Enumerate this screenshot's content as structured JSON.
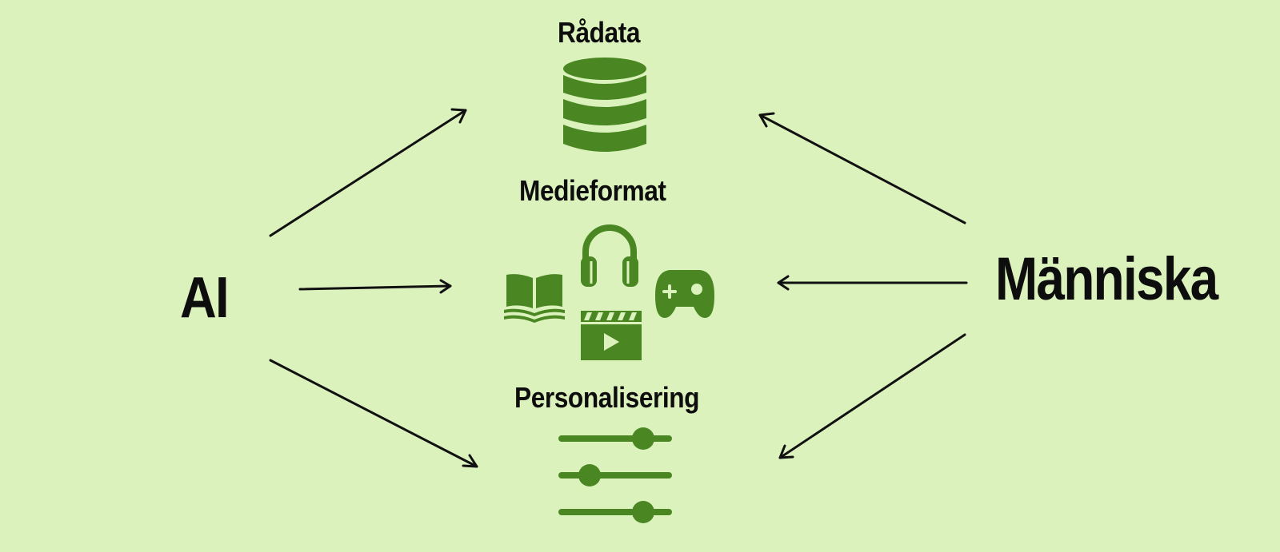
{
  "nodes": {
    "ai": "AI",
    "human": "Människa",
    "raw_data": "Rådata",
    "media_formats": "Medieformat",
    "personalization": "Personalisering"
  },
  "colors": {
    "background": "#dcf2bd",
    "icon": "#4a8723",
    "text": "#0d0d0d",
    "arrow": "#111111"
  },
  "icons": {
    "raw_data": "database-icon",
    "media_formats": [
      "book-icon",
      "headphones-icon",
      "gamepad-icon",
      "video-clapper-icon"
    ],
    "personalization": "sliders-icon"
  }
}
